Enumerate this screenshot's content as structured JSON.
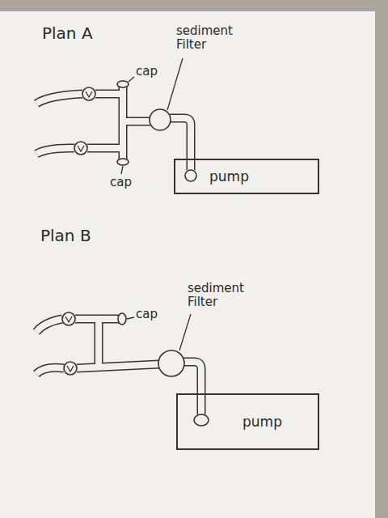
{
  "diagram": {
    "nodes": [
      {
        "text": [
          "pump"
        ]
      },
      {
        "text": [
          "pump"
        ]
      }
    ],
    "labels": [
      "Plan A",
      "cap",
      "cap",
      "sediment Filter",
      "Plan B",
      "cap",
      "sediment Filter"
    ]
  }
}
